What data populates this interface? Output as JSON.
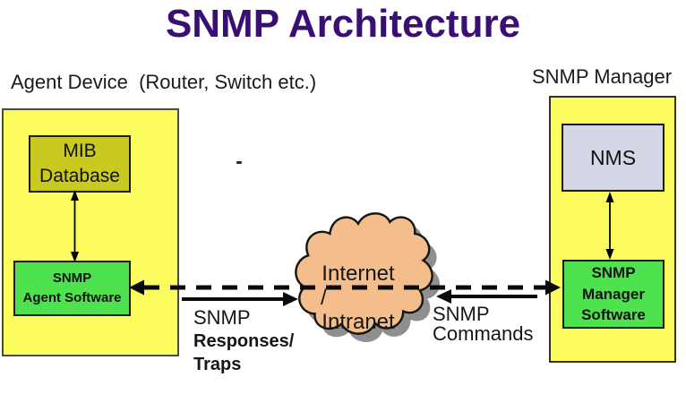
{
  "title": "SNMP Architecture",
  "colors": {
    "title": "#3A0F73",
    "panel-yellow": "#FCFC5E",
    "mib-olive": "#C9C91F",
    "software-green": "#4FE24F",
    "nms-lavender": "#D5D7E6",
    "cloud-peach": "#F4BE8C",
    "cloud-shadow": "#8F8F8F"
  },
  "agent": {
    "heading": "Agent Device  (Router, Switch etc.)",
    "mib_line1": "MIB",
    "mib_line2": "Database",
    "software_line1": "SNMP",
    "software_line2": "Agent Software"
  },
  "manager": {
    "heading": "SNMP Manager",
    "nms": "NMS",
    "software_line1": "SNMP",
    "software_line2": "Manager",
    "software_line3": "Software"
  },
  "cloud": {
    "line1": "Internet",
    "line2": "/",
    "line3": "Intranet"
  },
  "labels": {
    "responses_line1": "SNMP",
    "responses_line2": "Responses/",
    "responses_line3": "Traps",
    "commands_line1": "SNMP",
    "commands_line2": "Commands"
  }
}
